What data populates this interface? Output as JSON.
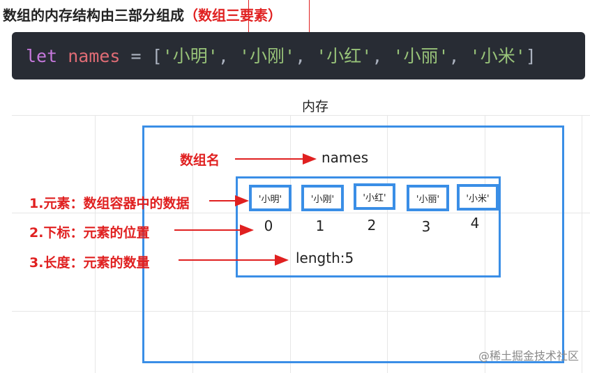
{
  "heading": {
    "text": "数组的内存结构由三部分组成",
    "highlight": "（数组三要素）"
  },
  "code": {
    "keyword": "let",
    "var_name": "names",
    "operator": "=",
    "open_bracket": "[",
    "close_bracket": "]",
    "separator": ",",
    "items": [
      "'小明'",
      "'小刚'",
      "'小红'",
      "'小丽'",
      "'小米'"
    ]
  },
  "memory": {
    "title": "内存",
    "array_name": "names",
    "cells": [
      "'小明'",
      "'小刚'",
      "'小红'",
      "'小丽'",
      "'小米'"
    ],
    "indices": [
      "0",
      "1",
      "2",
      "3",
      "4"
    ],
    "length": "length:5"
  },
  "labels": {
    "array_name": "数组名",
    "element": "1.元素：数组容器中的数据",
    "index": "2.下标：元素的位置",
    "length": "3.长度：元素的数量"
  },
  "watermark": "@稀土掘金技术社区",
  "colors": {
    "accent_red": "#e02020",
    "box_blue": "#3a8ee6",
    "code_bg": "#282c34",
    "keyword": "#c678dd",
    "variable": "#e06c75",
    "string": "#98c379"
  }
}
